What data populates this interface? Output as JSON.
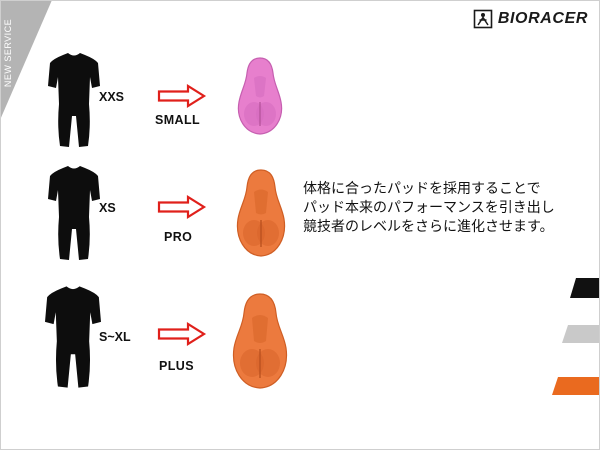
{
  "corner_badge": {
    "text": "NEW SERVICE",
    "color": "#b4b4b4"
  },
  "brand": {
    "name": "BIORACER",
    "icon": "bioracer-logo-icon"
  },
  "rows": [
    {
      "size": "XXS",
      "pad": "SMALL",
      "pad_color": "#e77fcd",
      "pad_edge": "#c65fb0"
    },
    {
      "size": "XS",
      "pad": "PRO",
      "pad_color": "#ec7a3e",
      "pad_edge": "#cf5e24"
    },
    {
      "size": "S~XL",
      "pad": "PLUS",
      "pad_color": "#ec7a3e",
      "pad_edge": "#cf5e24"
    }
  ],
  "description": {
    "lines": [
      "体格に合ったパッドを採用することで",
      "パッド本来のパフォーマンスを引き出し",
      "競技者のレベルをさらに進化させます。"
    ]
  },
  "colors": {
    "arrow": "#e0201b",
    "suit": "#0d0d0d",
    "stripe_black": "#111111",
    "stripe_gray": "#c9c9c9",
    "stripe_orange": "#ea6a1f"
  }
}
